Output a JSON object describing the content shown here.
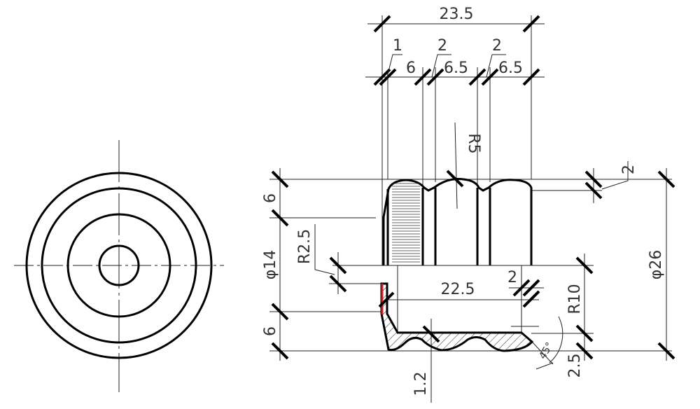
{
  "drawing": {
    "colors": {
      "line": "#000000",
      "highlight": "#cc2222"
    },
    "dimensions": {
      "overall_length": "23.5",
      "roughness_1": "1",
      "length_a": "6",
      "roughness_2": "2",
      "length_b": "6.5",
      "roughness_3": "2",
      "length_c": "6.5",
      "groove_radius": "R5",
      "groove_depth": "2",
      "outer_diameter": "φ26",
      "top_height": "6",
      "bore_diameter": "φ14",
      "bottom_height": "6",
      "fillet_radius": "R2.5",
      "inner_length": "22.5",
      "wall_step": "2",
      "inner_radius": "R10",
      "chamfer_angle": "45°",
      "chamfer_height": "2.5",
      "wall_thickness": "1.2"
    }
  }
}
